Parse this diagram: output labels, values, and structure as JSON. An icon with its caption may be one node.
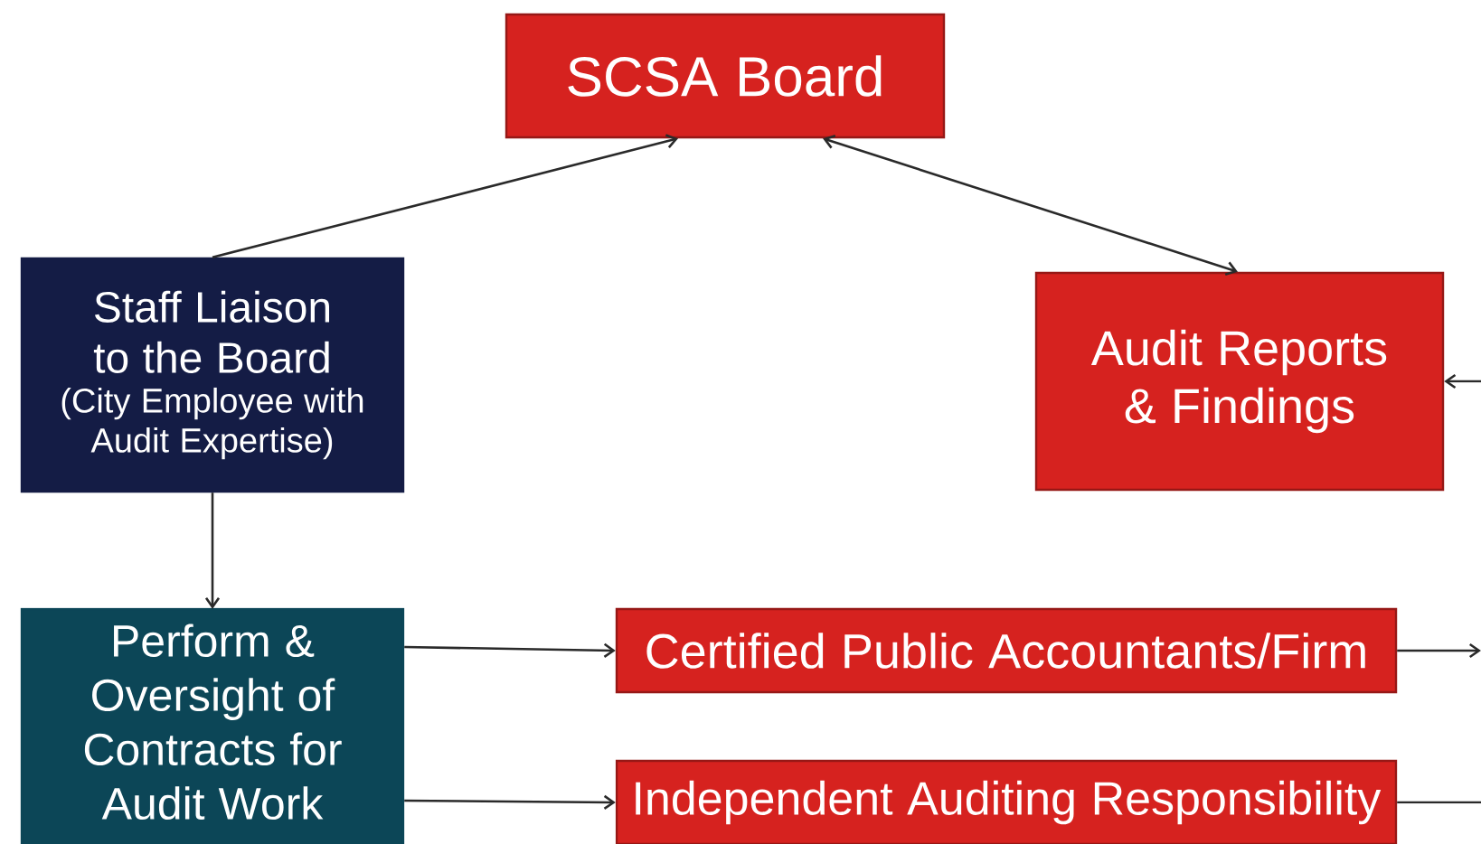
{
  "diagram": {
    "nodes": [
      {
        "text": [
          "SCSA Board"
        ]
      },
      {
        "text": [
          "Staff Liaison to the Board",
          "(City Employee with Audit Expertise)"
        ]
      },
      {
        "text": [
          "Audit Reports & Findings"
        ]
      },
      {
        "text": [
          "Perform & Oversight of Contracts for Audit Work"
        ]
      },
      {
        "text": [
          "Certified Public Accountants/Firm"
        ]
      },
      {
        "text": [
          "Independent Auditing Responsibility"
        ]
      }
    ],
    "edges": [
      {
        "from": 1,
        "to": 0,
        "arrow": "to"
      },
      {
        "from": 0,
        "to": 2,
        "arrow": "both"
      },
      {
        "from": null,
        "to": 2,
        "arrow": "to"
      },
      {
        "from": 1,
        "to": 3,
        "arrow": "to"
      },
      {
        "from": 3,
        "to": 4,
        "arrow": "to"
      },
      {
        "from": 3,
        "to": 5,
        "arrow": "to"
      },
      {
        "from": 4,
        "to": null,
        "arrow": "to"
      },
      {
        "from": 5,
        "to": null,
        "arrow": "none"
      }
    ]
  }
}
